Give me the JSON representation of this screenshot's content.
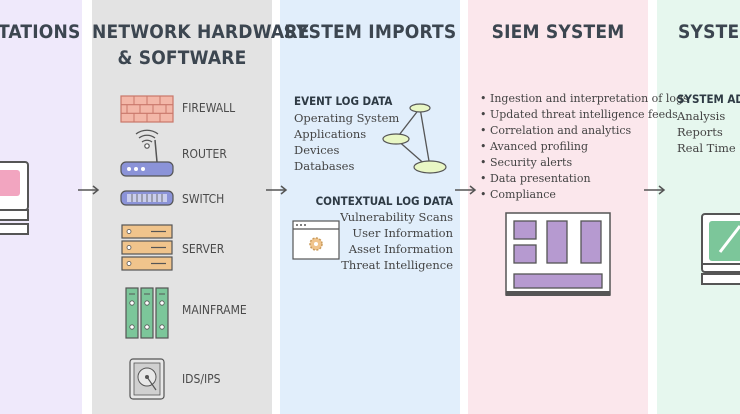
{
  "columns": [
    {
      "title": "TATIONS"
    },
    {
      "title_line1": "NETWORK HARDWARE",
      "title_line2": "& SOFTWARE"
    },
    {
      "title": "SYSTEM IMPORTS"
    },
    {
      "title": "SIEM SYSTEM"
    },
    {
      "title": "SYSTEM"
    }
  ],
  "hardware": [
    "FIREWALL",
    "ROUTER",
    "SWITCH",
    "SERVER",
    "MAINFRAME",
    "IDS/IPS"
  ],
  "imports": {
    "event_heading": "EVENT LOG DATA",
    "event_items": [
      "Operating System",
      "Applications",
      "Devices",
      "Databases"
    ],
    "context_heading": "CONTEXTUAL LOG DATA",
    "context_items": [
      "Vulnerability Scans",
      "User Information",
      "Asset Information",
      "Threat Intelligence"
    ]
  },
  "siem": {
    "bullets": [
      "Ingestion and interpretation of logs",
      "Updated  threat intelligence feeds",
      "Correlation and analytics",
      "Avanced profiling",
      "Security alerts",
      "Data presentation",
      "Compliance"
    ]
  },
  "system": {
    "heading": "SYSTEM ADM",
    "items": [
      "Analysis",
      "Reports",
      "Real Time Mon"
    ]
  },
  "colors": {
    "col1": "#efe9fb",
    "col2": "#e3e3e3",
    "col3": "#e1eefb",
    "col4": "#fbe7ec",
    "col5": "#e6f7ee",
    "purple": "#a68cc4",
    "green": "#7cc69a",
    "pink": "#f2a5c0",
    "orange": "#f0c48c",
    "blue": "#8b93d8"
  }
}
